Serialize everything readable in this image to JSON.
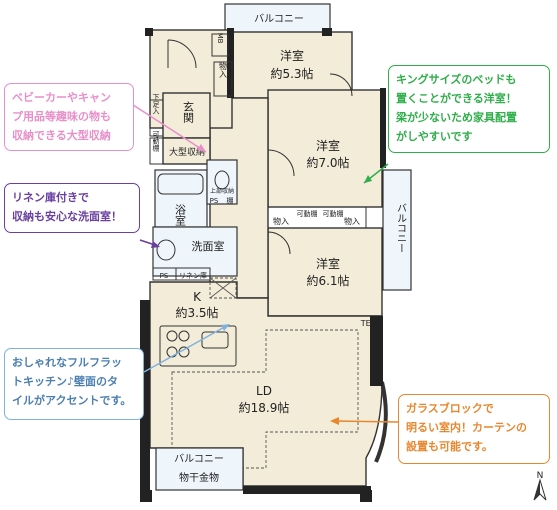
{
  "rooms": {
    "western1": {
      "name": "洋室",
      "size": "約5.3帖"
    },
    "western2": {
      "name": "洋室",
      "size": "約7.0帖"
    },
    "western3": {
      "name": "洋室",
      "size": "約6.1帖"
    },
    "kitchen": {
      "name": "K",
      "size": "約3.5帖"
    },
    "living": {
      "name": "LD",
      "size": "約18.9帖"
    },
    "entrance": "玄関",
    "bath": "浴室",
    "washroom": "洗面室",
    "storage_large": "大型収納",
    "closet": "物入",
    "shoe_box": "下足入",
    "movable_shelf": "可動棚",
    "upper_storage": "上部収納",
    "shelf": "棚",
    "linen": "リネン庫",
    "ps": "PS",
    "mb": "MB",
    "tel": "TEL台",
    "balcony": "バルコニー",
    "drying_rack": "物干金物"
  },
  "callouts": {
    "pink": [
      "ベビーカーやキャン",
      "プ用品等趣味の物も",
      "収納できる大型収納"
    ],
    "green": [
      "キングサイズのベッドも",
      "置くことができる洋室！",
      "梁が少ないため家具配置",
      "がしやすいです"
    ],
    "purple": [
      "リネン庫付きで",
      "収納も安心な洗面室！"
    ],
    "blue": [
      "おしゃれなフルフラッ",
      "トキッチン♪壁面のタ",
      "イルがアクセントです。"
    ],
    "orange": [
      "ガラスブロックで",
      "明るい室内！カーテンの",
      "設置も可能です。"
    ]
  },
  "compass": "N",
  "colors": {
    "floor": "#f3ecd9",
    "pink": "#e88fc9",
    "green": "#2fae4a",
    "purple": "#6a3fa0",
    "blue": "#7fb3de",
    "orange": "#e8872e"
  }
}
